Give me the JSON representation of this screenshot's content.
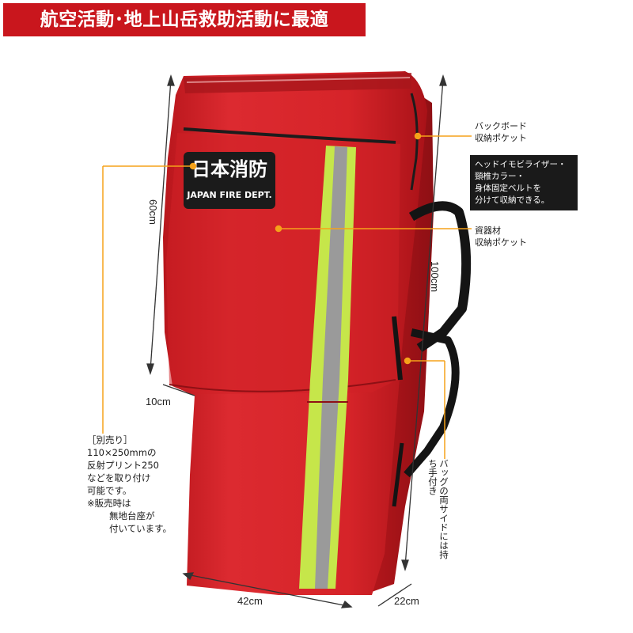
{
  "headline": "航空活動･地上山岳救助活動に最適",
  "patch": {
    "kanji": "日本消防",
    "english": "JAPAN FIRE DEPT."
  },
  "dimensions": {
    "height_upper": "60cm",
    "height_total": "100cm",
    "depth_front": "10cm",
    "width": "42cm",
    "depth_side": "22cm"
  },
  "callouts": {
    "backboard": [
      "バックボード",
      "収納ポケット"
    ],
    "features": [
      "ヘッドイモビライザー・",
      "頸椎カラー・",
      "身体固定ベルトを",
      "分けて収納できる。"
    ],
    "equipment": [
      "資器材",
      "収納ポケット"
    ],
    "handles": "バッグの両サイドには持ち手付き"
  },
  "note": {
    "lines": [
      "［別売り］",
      "110×250mmの",
      "反射プリント250",
      "などを取り付け",
      "可能です。"
    ],
    "asterisk_lines": [
      "※販売時は",
      "無地台座が",
      "付いています。"
    ]
  },
  "colors": {
    "bag_red": "#d8232a",
    "reflective_yellow": "#c6e64a",
    "reflective_silver": "#9a9a9a",
    "callout_line": "#f5a21a",
    "headline_bg": "#c9161d"
  }
}
